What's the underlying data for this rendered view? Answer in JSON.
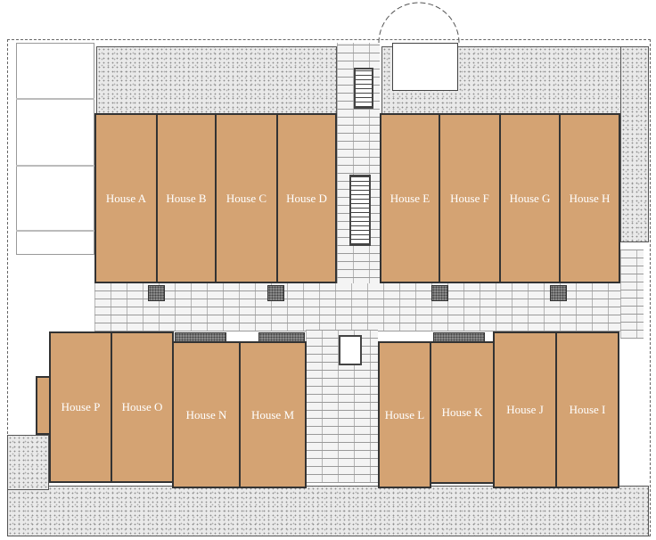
{
  "title": "Site Floor Plan",
  "colors": {
    "house_fill": "#d4a373",
    "paving": "#f4f4f4",
    "landscape": "#e9e9e9"
  },
  "houses_top": [
    {
      "label": "House A"
    },
    {
      "label": "House B"
    },
    {
      "label": "House C"
    },
    {
      "label": "House D"
    },
    {
      "label": "House E"
    },
    {
      "label": "House F"
    },
    {
      "label": "House G"
    },
    {
      "label": "House H"
    }
  ],
  "houses_bottom": [
    {
      "label": "House P"
    },
    {
      "label": "House O"
    },
    {
      "label": "House N"
    },
    {
      "label": "House M"
    },
    {
      "label": "House L"
    },
    {
      "label": "House K"
    },
    {
      "label": "House J"
    },
    {
      "label": "House I"
    }
  ]
}
